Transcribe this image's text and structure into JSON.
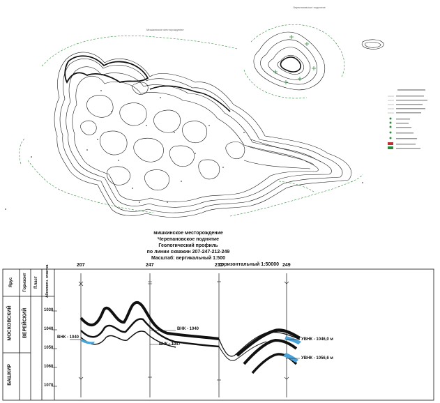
{
  "map": {
    "contour_color": "#1a1a1a",
    "fault_color": "#2e8b3a",
    "highlight_color": "#4aa3d8",
    "north_label": "Мишкинское месторождение",
    "top_label": "Черепановское поднятие"
  },
  "title": {
    "line1": "мишкинское  месторождение",
    "line2": "Черепановское  поднятие",
    "line3": "Геологический  профиль",
    "line4": "по линии скважин 207-247-212-249",
    "line5": "Масштаб: вертикальный 1:500",
    "line6": "горизонтальный 1:50000"
  },
  "profile": {
    "column_headers": [
      "Ярус",
      "Горизонт",
      "Пласт",
      "Абсолютн. отметка"
    ],
    "stages": [
      "МОСКОВСКИЙ",
      "БАШКИР"
    ],
    "horizon": "ВЕРЕЙСКИЙ",
    "wells": [
      "207",
      "247",
      "212",
      "249"
    ],
    "depth_ticks": [
      "1030",
      "1040",
      "1050",
      "1060",
      "1070"
    ],
    "annotations": {
      "vnk_1040": "ВНК - 1040",
      "vnk_1047": "ВНК - 1047",
      "vnk_left": "ВНК - 1040",
      "uvnk_1046": "УВНК - 1046,0 м",
      "uvnk_1056": "УВНК - 1056,6 м"
    }
  }
}
